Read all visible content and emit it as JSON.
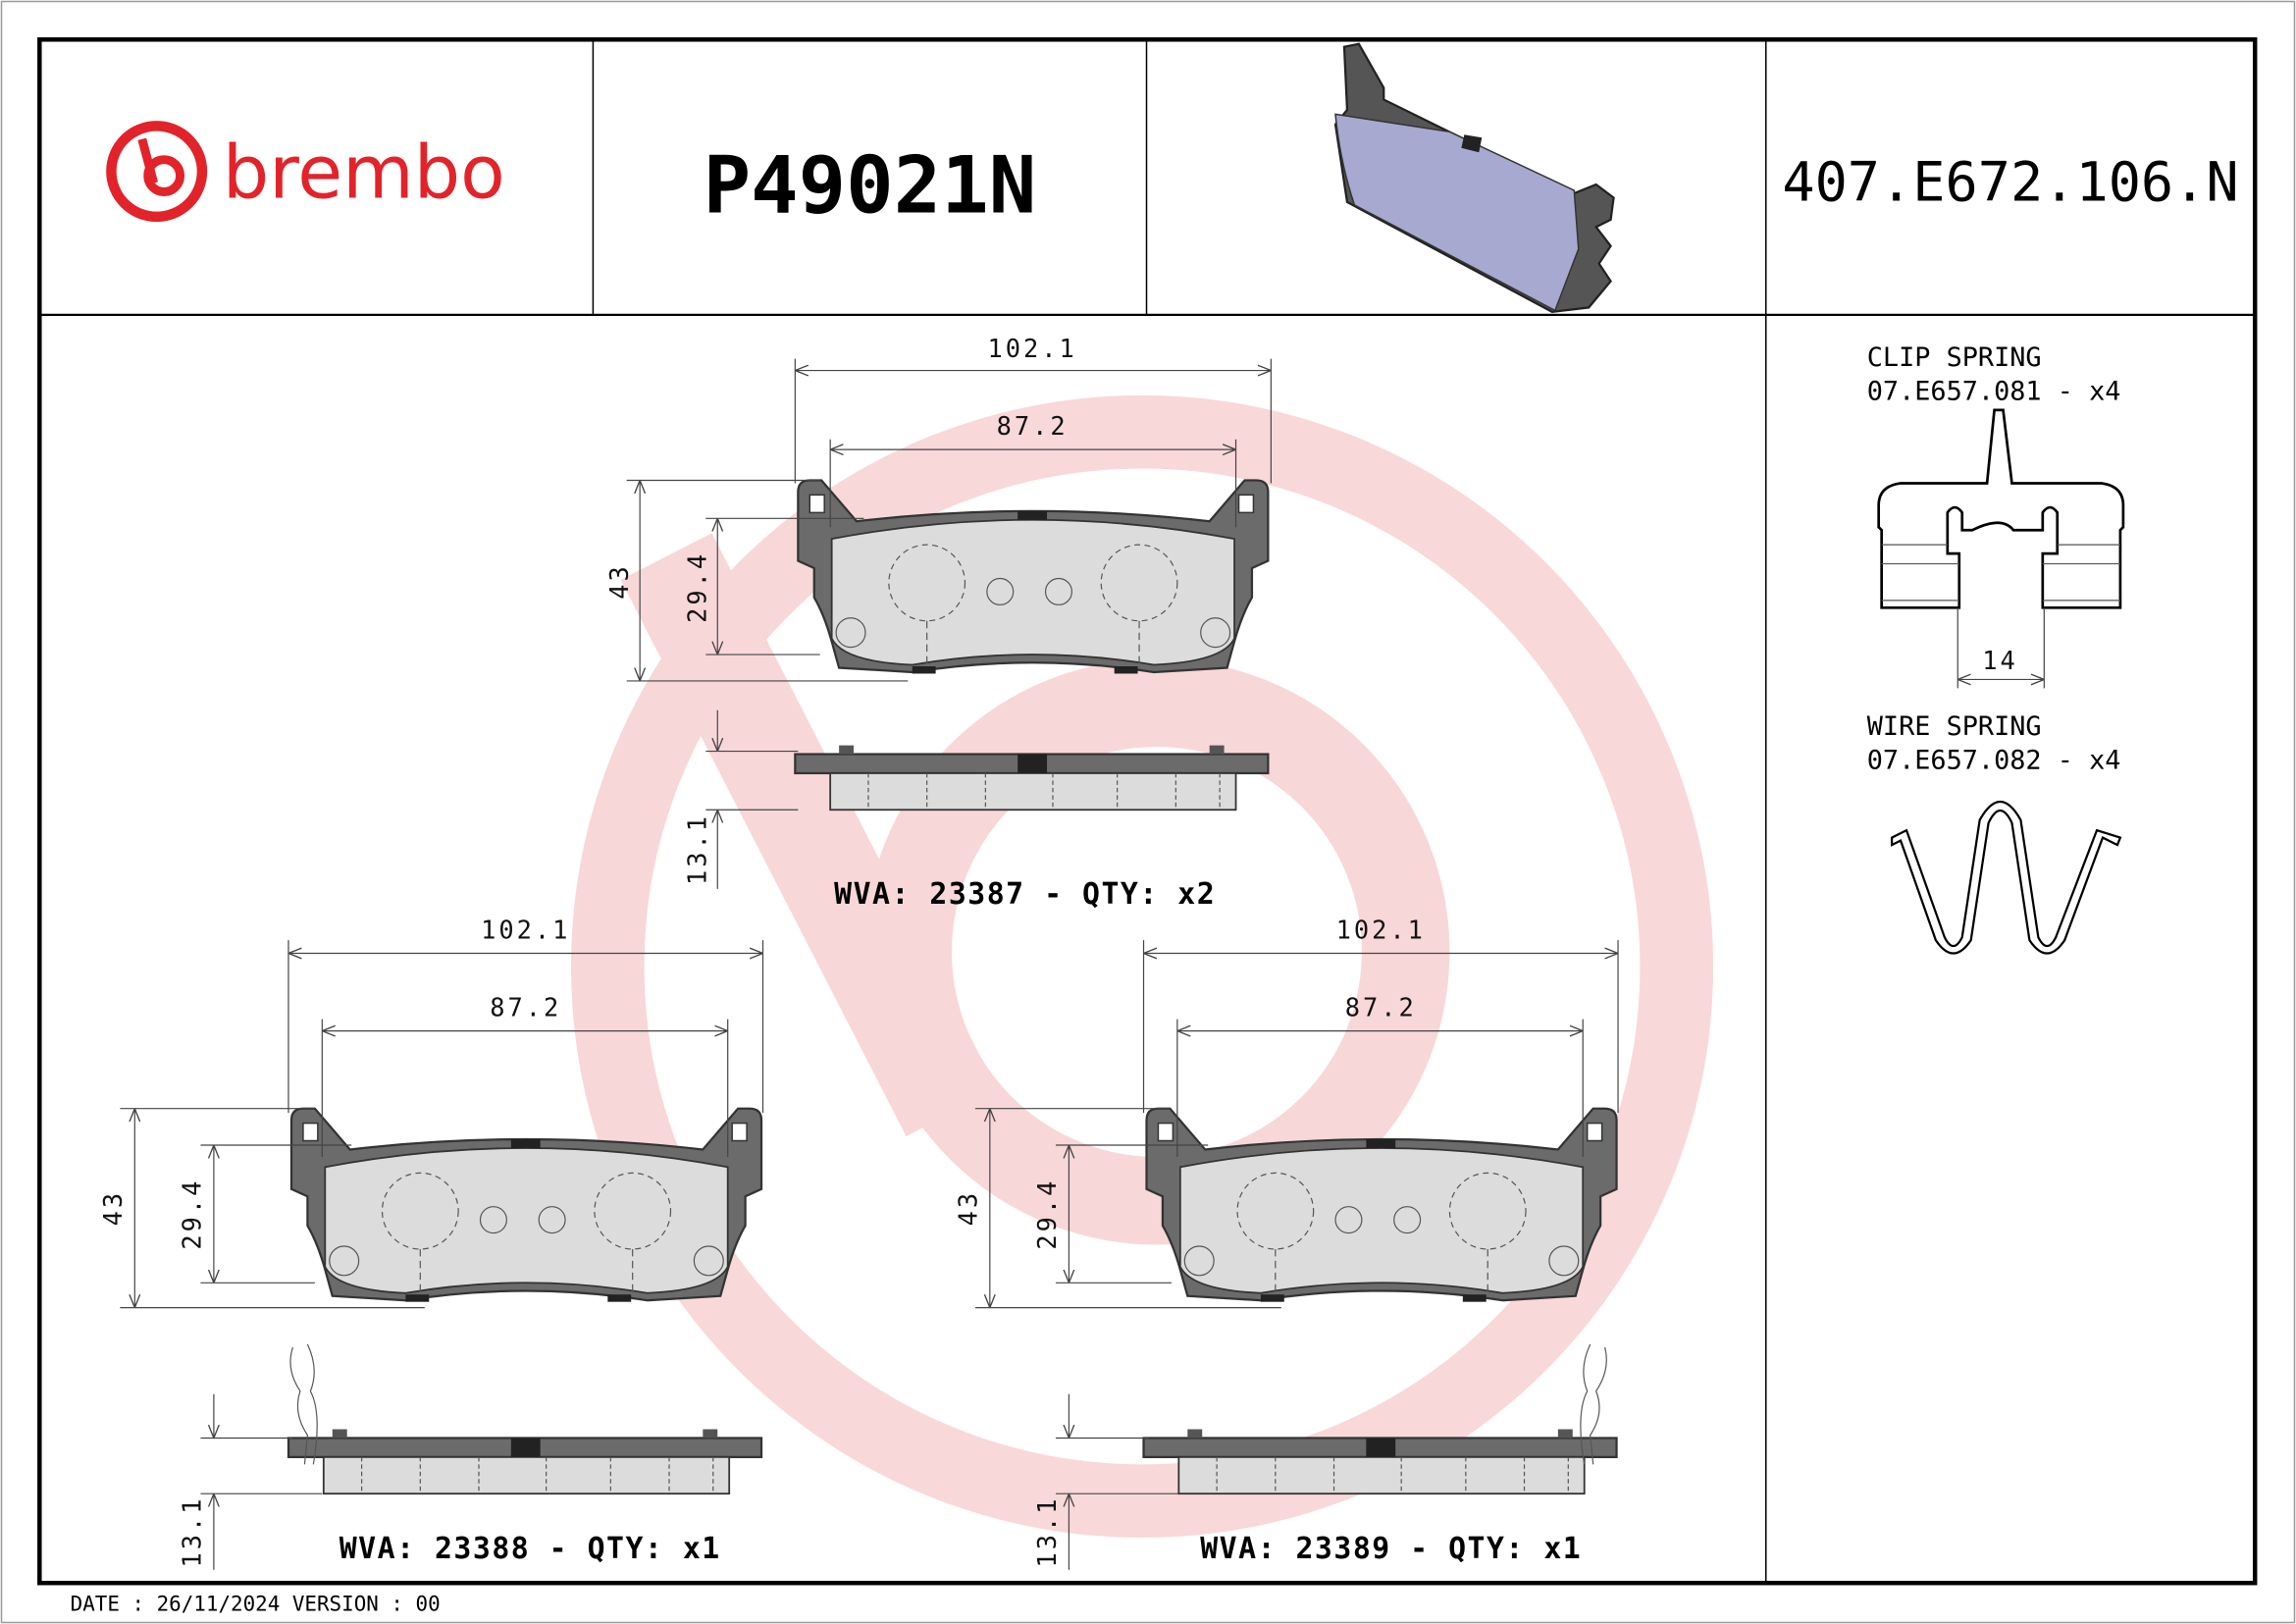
{
  "header": {
    "logo_text": "brembo",
    "part_number": "P49021N",
    "reference_code": "407.E672.106.N"
  },
  "colors": {
    "brand_red": "#e2232a",
    "pad_friction": "#a7a9d0",
    "backing_plate": "#5a5a5a",
    "watermark": "#f6c9cb"
  },
  "pads": [
    {
      "width_outer": "102.1",
      "width_inner": "87.2",
      "height_outer": "43",
      "height_inner": "29.4",
      "thickness": "13.1",
      "wva_label": "WVA: 23387 - QTY: x2"
    },
    {
      "width_outer": "102.1",
      "width_inner": "87.2",
      "height_outer": "43",
      "height_inner": "29.4",
      "thickness": "13.1",
      "wva_label": "WVA: 23388 - QTY: x1"
    },
    {
      "width_outer": "102.1",
      "width_inner": "87.2",
      "height_outer": "43",
      "height_inner": "29.4",
      "thickness": "13.1",
      "wva_label": "WVA: 23389 - QTY: x1"
    }
  ],
  "accessories": {
    "clip_spring_title": "CLIP SPRING",
    "clip_spring_code": "07.E657.081 - x4",
    "clip_spring_dim": "14",
    "wire_spring_title": "WIRE SPRING",
    "wire_spring_code": "07.E657.082 - x4"
  },
  "footer": {
    "date_version": "DATE : 26/11/2024 VERSION : 00"
  }
}
